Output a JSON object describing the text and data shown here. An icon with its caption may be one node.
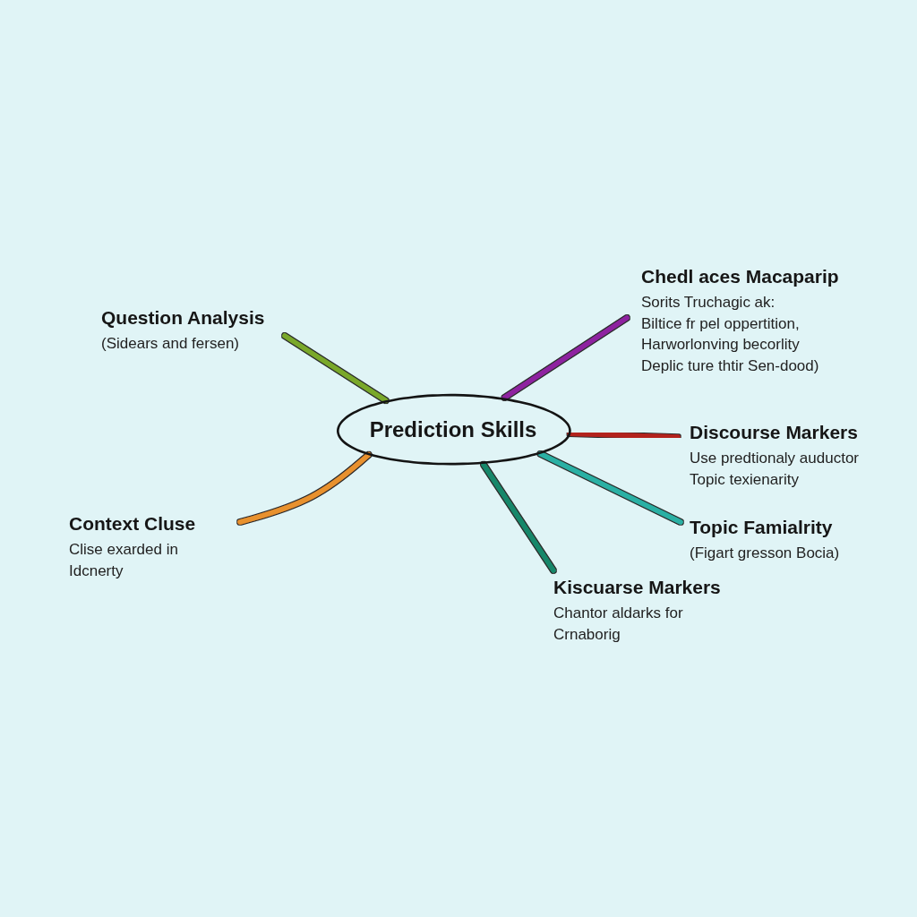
{
  "diagram": {
    "nodes": [
      {
        "text": [
          "Chedl aces Macaparip",
          "Sorits Truchagic ak:",
          "Biltice fr pel oppertition, Harworlonving becorlity Deplic ture thtir Sen-dood)"
        ]
      },
      {
        "text": [
          "Question Analysis",
          "(Sidears and fersen)"
        ]
      },
      {
        "text": [
          "Prediction Skills"
        ]
      },
      {
        "text": [
          "Discourse Markers",
          "Use predtionaly auductor Topic texienarity"
        ]
      },
      {
        "text": [
          "Context Cluse",
          "Clise exarded in Idcnerty"
        ]
      },
      {
        "text": [
          "Topic Famialrity",
          "(Figart gresson Bocia)"
        ]
      },
      {
        "text": [
          "Kiscuarse Markers",
          "Chantor aldarks for Crnaborig"
        ]
      }
    ],
    "edges": [
      {
        "from": 2,
        "to": 0,
        "arrow": "none",
        "color": "#8e24a0"
      },
      {
        "from": 2,
        "to": 1,
        "arrow": "none",
        "color": "#7aa82c"
      },
      {
        "from": 2,
        "to": 3,
        "arrow": "none",
        "color": "#b3211e"
      },
      {
        "from": 2,
        "to": 4,
        "arrow": "none",
        "color": "#e8912e"
      },
      {
        "from": 2,
        "to": 5,
        "arrow": "none",
        "color": "#2bb0a4"
      },
      {
        "from": 2,
        "to": 6,
        "arrow": "none",
        "color": "#17876a"
      }
    ]
  }
}
